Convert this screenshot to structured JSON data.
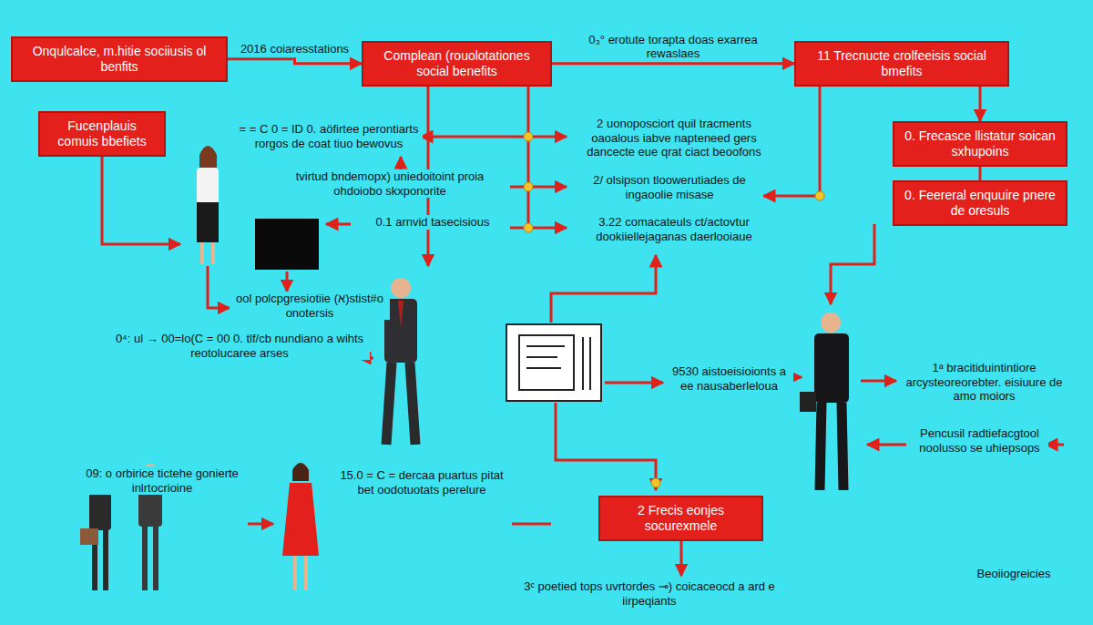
{
  "diagram": {
    "nodes": [
      {
        "text": [
          "Onqulcalce, m.hitie sociiusis ol benfits"
        ]
      },
      {
        "text": [
          "Complean (rouolotationes social benefits"
        ]
      },
      {
        "text": [
          "11 Trecnucte crolfeeisis social bmefits"
        ]
      },
      {
        "text": [
          "Fucenplauis comuis bbefiets"
        ]
      },
      {
        "text": [
          "0. Frecasce llistatur soican sxhupoins"
        ]
      },
      {
        "text": [
          "0. Feereral enquuire pnere de oresuls"
        ]
      },
      {
        "text": [
          "2 Frecis eonjes socurexmele"
        ]
      }
    ],
    "edges": [
      {
        "from": 0,
        "to": 1,
        "label": "2016 coiaresstations",
        "arrow": "to"
      },
      {
        "from": 1,
        "to": 2,
        "label": "0₃° erotute torapta doas exarrea rewaslaes",
        "arrow": "to"
      },
      {
        "from": 2,
        "to": 4,
        "arrow": "to"
      },
      {
        "from": 4,
        "to": 5,
        "arrow": "none"
      }
    ],
    "labels": [
      "= = C 0 = ID 0. aöfirtee perontiarts rorgos de coat tiuo bewovus",
      "tvirtud bndemopx) uniedoitoint proia ohdoiobo skxponorite",
      "0.1 arnvid tasecisious",
      "ool polcpgresiotiie (א)stist#o onotersis",
      "0⁴: ul → 00=lo(C = 00 0. tlf/cb nundiano a wihts reotolucaree arses",
      "2 uonoposciort quil tracments oaoalous iabve napteneed gers dancecte eue qrat ciact beoofons",
      "2/ olsipson tloowerutiades de ingaoolie misase",
      "3.22 comacateuls ct/actovtur dookiiellejaganas daerlooiaue",
      "9530 aistoeisioionts a ee nausaberleloua",
      "1ᵃ bracitiduintintiore arcysteoreorebter. eisiuure de amo moiors",
      "Pencusil radtiefacgtool noolusso se uhiepsops",
      "09: o orbirice tictehe gonierte inlrtocrioine",
      "15.0 = C = dercaa puartus pitat bet oodotuotats perelure",
      "3ᶜ poetied tops uvrtordes ⊸) coicaceocd a ard e iirpeqiants",
      "Beoiiogreicies"
    ]
  }
}
